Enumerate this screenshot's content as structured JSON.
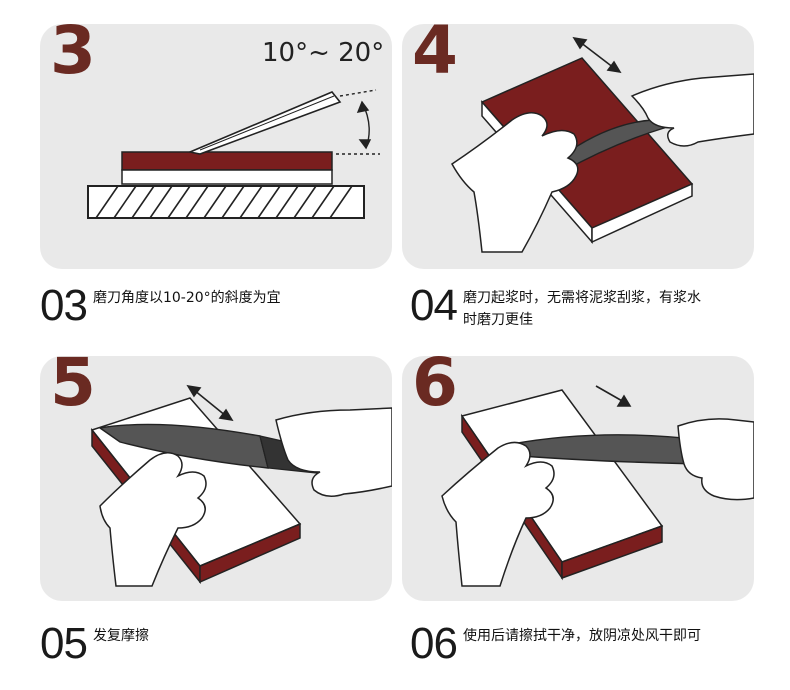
{
  "steps": [
    {
      "num": "3",
      "label_num": "03",
      "text": "磨刀角度以10-20°的斜度为宜",
      "angle": "10°~ 20°"
    },
    {
      "num": "4",
      "label_num": "04",
      "text": "磨刀起浆时，无需将泥浆刮浆，有浆水\n时磨刀更佳"
    },
    {
      "num": "5",
      "label_num": "05",
      "text": "发复摩擦"
    },
    {
      "num": "6",
      "label_num": "06",
      "text": "使用后请擦拭干净，放阴凉处风干即可"
    }
  ],
  "colors": {
    "stone_red": "#7a1e1e",
    "step_number": "#6a2a22",
    "panel_bg": "#e9e9e9"
  },
  "icons": [
    "knife-icon",
    "hand-icon",
    "whetstone-icon",
    "double-arrow-icon"
  ]
}
